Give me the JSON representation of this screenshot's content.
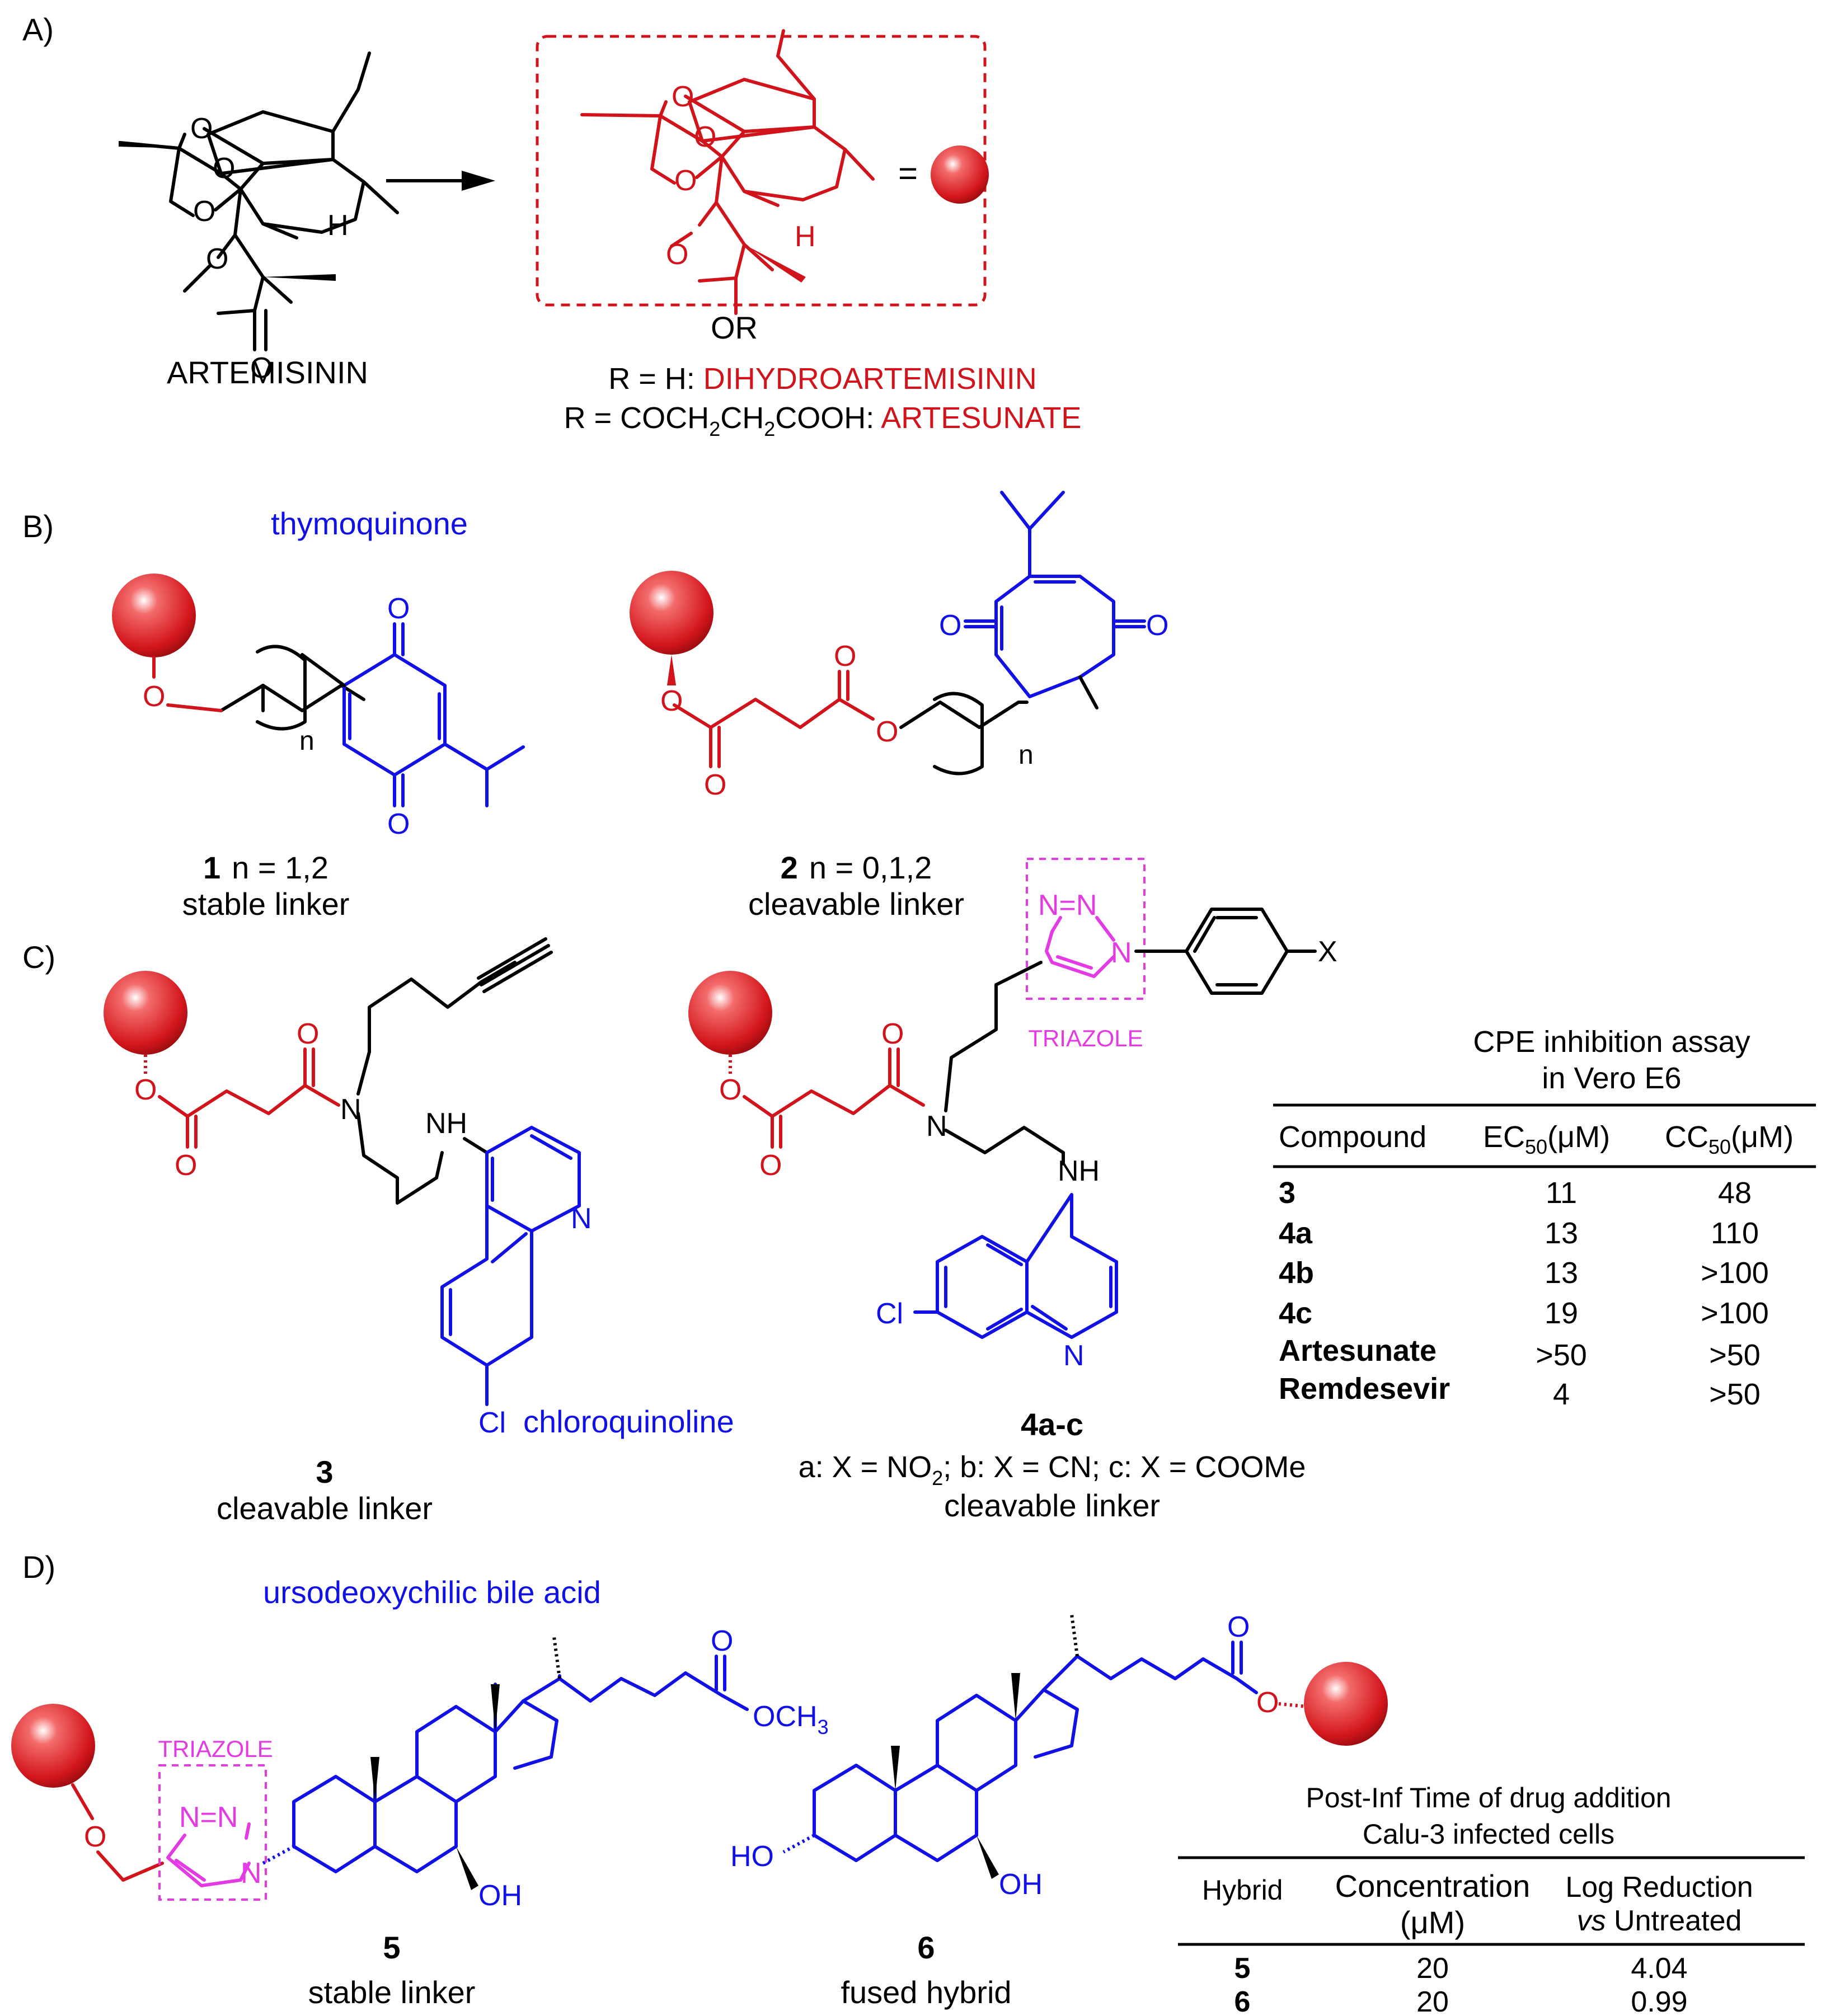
{
  "colors": {
    "scaffold": "#d1141b",
    "partner": "#1111e6",
    "triazole": "#e33ae3",
    "text": "#000000",
    "sphere": "#e02020"
  },
  "panel_a": {
    "label": "A)",
    "parent_name": "ARTEMISININ",
    "line1_prefix": "R = H: ",
    "line1_name": "DIHYDROARTEMISININ",
    "line2_prefix": "R = COCH",
    "line2_sub1": "2",
    "line2_mid": "CH",
    "line2_sub2": "2",
    "line2_suffix": "COOH: ",
    "line2_name": "ARTESUNATE",
    "or_label": "OR",
    "equals": "=",
    "atoms": {
      "O": "O",
      "H": "H"
    }
  },
  "panel_b": {
    "label": "B)",
    "partner_name": "thymoquinone",
    "cmpd1_id": "1",
    "cmpd1_n": "n = 1,2",
    "cmpd1_linker": "stable linker",
    "cmpd2_id": "2",
    "cmpd2_n": "n = 0,1,2",
    "cmpd2_linker": "cleavable linker",
    "n_label": "n"
  },
  "panel_c": {
    "label": "C)",
    "partner_name": "chloroquinoline",
    "triazole_label": "TRIAZOLE",
    "cmpd3_id": "3",
    "cmpd3_linker": "cleavable linker",
    "cmpd4_id": "4a-c",
    "cmpd4_subs": "a: X = NO",
    "cmpd4_subs_sub": "2",
    "cmpd4_subs_rest": "; b: X = CN; c: X = COOMe",
    "cmpd4_linker": "cleavable linker",
    "atoms": {
      "N": "N",
      "NH": "NH",
      "H": "H",
      "Cl": "Cl",
      "X": "X",
      "NN": "N=N"
    },
    "table": {
      "title1": "CPE inhibition assay",
      "title2": "in Vero E6",
      "columns": [
        "Compound",
        "EC",
        "CC"
      ],
      "col_sub": "50",
      "col_unit": "(μM)",
      "rows": [
        {
          "compound": "3",
          "ec50": "11",
          "cc50": "48"
        },
        {
          "compound": "4a",
          "ec50": "13",
          "cc50": "110"
        },
        {
          "compound": "4b",
          "ec50": "13",
          "cc50": ">100"
        },
        {
          "compound": "4c",
          "ec50": "19",
          "cc50": ">100"
        },
        {
          "compound": "Artesunate",
          "ec50": ">50",
          "cc50": ">50"
        },
        {
          "compound": "Remdesevir",
          "ec50": "4",
          "cc50": ">50"
        }
      ]
    }
  },
  "panel_d": {
    "label": "D)",
    "partner_name": "ursodeoxychilic bile acid",
    "triazole_label": "TRIAZOLE",
    "cmpd5_id": "5",
    "cmpd5_linker": "stable linker",
    "cmpd6_id": "6",
    "cmpd6_linker": "fused hybrid",
    "atoms": {
      "OCH": "OCH",
      "sub3": "3",
      "OH": "OH",
      "HO": "HO",
      "O": "O",
      "N": "N"
    },
    "table": {
      "title1": "Post-Inf Time of drug addition",
      "title2": "Calu-3 infected cells",
      "col1": "Hybrid",
      "col2a": "Concentration",
      "col2b": "(μM)",
      "col3a": "Log Reduction",
      "col3b_italic": "vs",
      "col3b_rest": " Untreated",
      "rows": [
        {
          "hybrid": "5",
          "conc": "20",
          "log_red": "4.04"
        },
        {
          "hybrid": "6",
          "conc": "20",
          "log_red": "0.99"
        }
      ]
    }
  }
}
